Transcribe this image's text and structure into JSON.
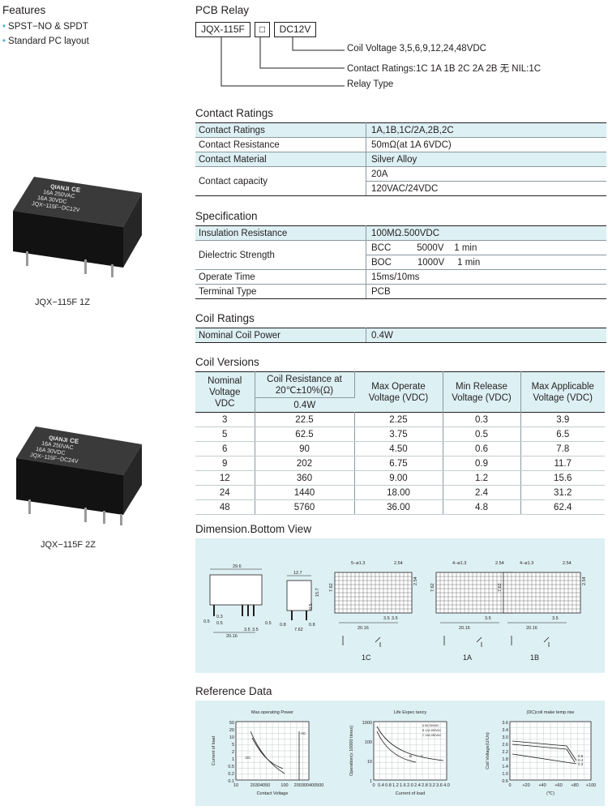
{
  "features": {
    "title": "Features",
    "items": [
      "SPST−NO & SPDT",
      "Standard PC layout"
    ]
  },
  "products": [
    {
      "caption": "JQX−115F 1Z",
      "brand": "QIANJI",
      "lines": [
        "16A 250VAC",
        "16A  30VDC",
        "JQX−115F−DC12V"
      ]
    },
    {
      "caption": "JQX−115F 2Z",
      "brand": "QIANJI",
      "lines": [
        "16A 250VAC",
        "16A  30VDC",
        "JQX−115F−DC24V"
      ]
    }
  ],
  "pcb_relay": {
    "title": "PCB Relay",
    "boxes": [
      "JQX-115F",
      "□",
      "DC12V"
    ],
    "legend": [
      "Coil Voltage 3,5,6,9,12,24,48VDC",
      "Contact Ratings:1C 1A 1B 2C 2A 2B 无 NIL:1C",
      "Relay Type"
    ]
  },
  "contact_ratings": {
    "title": "Contact Ratings",
    "rows": [
      {
        "label": "Contact Ratings",
        "value": "1A,1B,1C/2A,2B,2C"
      },
      {
        "label": "Contact Resistance",
        "value": "50mΩ(at 1A 6VDC)"
      },
      {
        "label": "Contact Material",
        "value": "Silver Alloy"
      },
      {
        "label": "Contact capacity",
        "values": [
          "20A",
          "120VAC/24VDC"
        ]
      }
    ]
  },
  "specification": {
    "title": "Specification",
    "rows": [
      {
        "label": "Insulation Resistance",
        "value": "100MΩ.500VDC"
      },
      {
        "label": "Dielectric Strength",
        "values": [
          "BCC          5000V    1 min",
          "BOC          1000V     1 min"
        ]
      },
      {
        "label": "Operate Time",
        "value": "15ms/10ms"
      },
      {
        "label": "Terminal Type",
        "value": "PCB"
      }
    ]
  },
  "coil_ratings": {
    "title": "Coil Ratings",
    "label": "Nominal Coil Power",
    "value": "0.4W"
  },
  "coil_versions": {
    "title": "Coil Versions",
    "headers": [
      "Nominal Voltage VDC",
      "Coil Resistance at 20℃±10%(Ω)",
      "Max Operate Voltage (VDC)",
      "Min Release Voltage (VDC)",
      "Max Applicable Voltage (VDC)"
    ],
    "sub_header": "0.4W",
    "rows": [
      [
        "3",
        "22.5",
        "2.25",
        "0.3",
        "3.9"
      ],
      [
        "5",
        "62.5",
        "3.75",
        "0.5",
        "6.5"
      ],
      [
        "6",
        "90",
        "4.50",
        "0.6",
        "7.8"
      ],
      [
        "9",
        "202",
        "6.75",
        "0.9",
        "11.7"
      ],
      [
        "12",
        "360",
        "9.00",
        "1.2",
        "15.6"
      ],
      [
        "24",
        "1440",
        "18.00",
        "2.4",
        "31.2"
      ],
      [
        "48",
        "5760",
        "36.00",
        "4.8",
        "62.4"
      ]
    ]
  },
  "dimension": {
    "title": "Dimension.Bottom View",
    "side_dims": [
      "29.6",
      "0.5",
      "0.3",
      "0.5",
      "0.5",
      "3.5",
      "3.5",
      "20.16"
    ],
    "front_dims": [
      "12.7",
      "15.7",
      "0.5",
      "0.8",
      "0.8",
      "7.62"
    ],
    "grids": [
      {
        "label": "1C",
        "hole": "5−ø1.3",
        "dims": [
          "2.54",
          "2.54",
          "7.62",
          "3.5",
          "3.5",
          "20.16"
        ]
      },
      {
        "label": "1A",
        "hole": "4−ø1.3",
        "dims": [
          "2.54",
          "2.54",
          "7.62",
          "3.5",
          "20.16"
        ]
      },
      {
        "label": "1B",
        "hole": "4−ø1.3",
        "dims": [
          "2.54",
          "2.54",
          "7.62",
          "3.5",
          "20.16"
        ]
      }
    ]
  },
  "reference": {
    "title": "Reference Data",
    "charts": [
      {
        "title": "Max.operating Power",
        "xlabel": "Contact Voltage",
        "ylabel": "Current of load",
        "yticks": [
          "50",
          "20",
          "10",
          "5",
          "2",
          "1",
          "0.5",
          "0.2",
          "0.1"
        ],
        "xticks": [
          "10",
          "20304050",
          "100",
          "200300400500"
        ],
        "labels": [
          "AC",
          "DC"
        ]
      },
      {
        "title": "Life Expec tancy",
        "xlabel": "Current of load",
        "ylabel": "Operation(x 10000 times)",
        "yticks": [
          "1000",
          "100",
          "10",
          "1"
        ],
        "xticks": [
          "0",
          "0.4",
          "0.8",
          "1.2",
          "1.6",
          "2.0",
          "2.4",
          "2.8",
          "3.2",
          "3.6",
          "4.0"
        ],
        "legend": [
          "A 5A 250VAC",
          "B 12A 250VAC",
          "C 16A 280VAC"
        ],
        "labels": [
          "B",
          "C"
        ]
      },
      {
        "title": "(DC)coil make temp.rise",
        "xlabel": "(℃)",
        "ylabel": "Coil Voltage(U/Un)",
        "yticks": [
          "3.6",
          "3.4",
          "3.0",
          "2.6",
          "2.2",
          "1.8",
          "1.4",
          "1.0",
          "0.6"
        ],
        "xticks": [
          "0",
          "+20",
          "+40",
          "+60",
          "+80",
          "+100"
        ],
        "labels": [
          "0.5",
          "0.4",
          "0.3"
        ]
      }
    ]
  }
}
